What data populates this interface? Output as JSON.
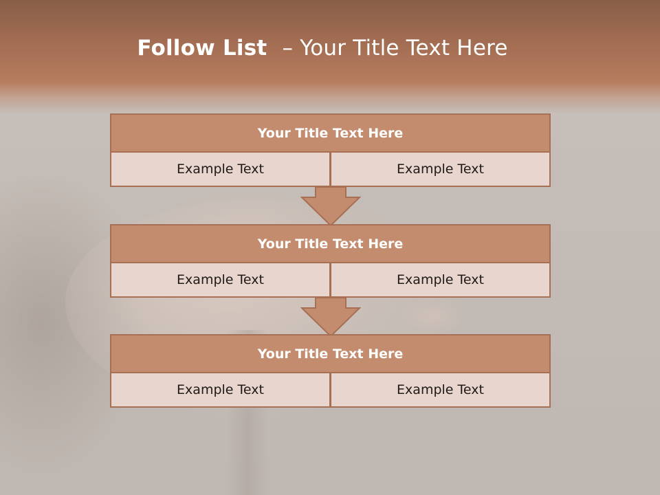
{
  "slide": {
    "title_strong": "Follow List",
    "title_rest": "– Your Title Text Here"
  },
  "colors": {
    "header": "#a16c52",
    "box_title_fill": "#c48c6e",
    "box_body_fill": "#e8d5ce",
    "box_border": "#a76f53",
    "arrow_fill": "#c48c6e"
  },
  "steps": [
    {
      "title": "Your Title Text Here",
      "left": "Example Text",
      "right": "Example Text"
    },
    {
      "title": "Your Title Text Here",
      "left": "Example Text",
      "right": "Example Text"
    },
    {
      "title": "Your Title Text Here",
      "left": "Example Text",
      "right": "Example Text"
    }
  ]
}
